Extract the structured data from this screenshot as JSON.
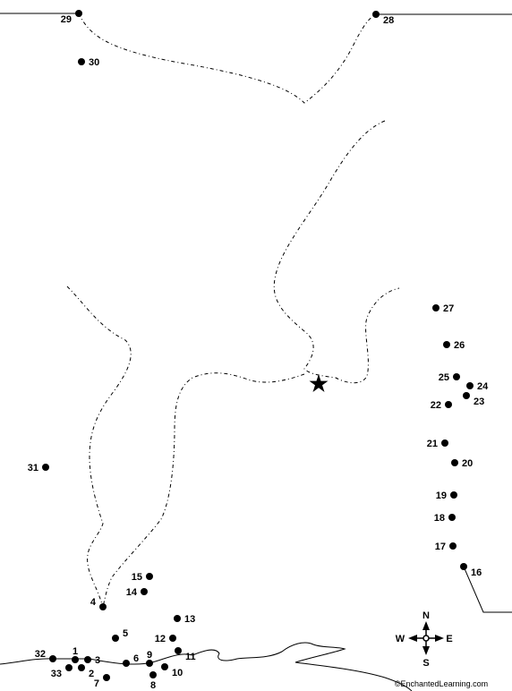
{
  "points": [
    {
      "n": "1",
      "label_pos": "n"
    },
    {
      "n": "2",
      "label_pos": "se"
    },
    {
      "n": "3",
      "label_pos": "e"
    },
    {
      "n": "4",
      "label_pos": "nw"
    },
    {
      "n": "5",
      "label_pos": "ne"
    },
    {
      "n": "6",
      "label_pos": "ne"
    },
    {
      "n": "7",
      "label_pos": "sw"
    },
    {
      "n": "8",
      "label_pos": "s"
    },
    {
      "n": "9",
      "label_pos": "n"
    },
    {
      "n": "10",
      "label_pos": "se"
    },
    {
      "n": "11",
      "label_pos": "se"
    },
    {
      "n": "12",
      "label_pos": "w"
    },
    {
      "n": "13",
      "label_pos": "e"
    },
    {
      "n": "14",
      "label_pos": "w"
    },
    {
      "n": "15",
      "label_pos": "w"
    },
    {
      "n": "16",
      "label_pos": "se"
    },
    {
      "n": "17",
      "label_pos": "w"
    },
    {
      "n": "18",
      "label_pos": "w"
    },
    {
      "n": "19",
      "label_pos": "w"
    },
    {
      "n": "20",
      "label_pos": "e"
    },
    {
      "n": "21",
      "label_pos": "w"
    },
    {
      "n": "22",
      "label_pos": "w"
    },
    {
      "n": "23",
      "label_pos": "se"
    },
    {
      "n": "24",
      "label_pos": "e"
    },
    {
      "n": "25",
      "label_pos": "w"
    },
    {
      "n": "26",
      "label_pos": "e"
    },
    {
      "n": "27",
      "label_pos": "e"
    },
    {
      "n": "28",
      "label_pos": "se"
    },
    {
      "n": "29",
      "label_pos": "sw"
    },
    {
      "n": "30",
      "label_pos": "e"
    },
    {
      "n": "31",
      "label_pos": "w"
    },
    {
      "n": "32",
      "label_pos": "nw"
    },
    {
      "n": "33",
      "label_pos": "sw"
    }
  ],
  "compass": {
    "north": "N",
    "south": "S",
    "east": "E",
    "west": "W"
  },
  "credit": "©EnchantedLearning.com",
  "colors": {
    "ink": "#000000",
    "background": "#ffffff"
  },
  "icons": {
    "capital": "star-icon",
    "compass": "compass-rose-icon"
  }
}
